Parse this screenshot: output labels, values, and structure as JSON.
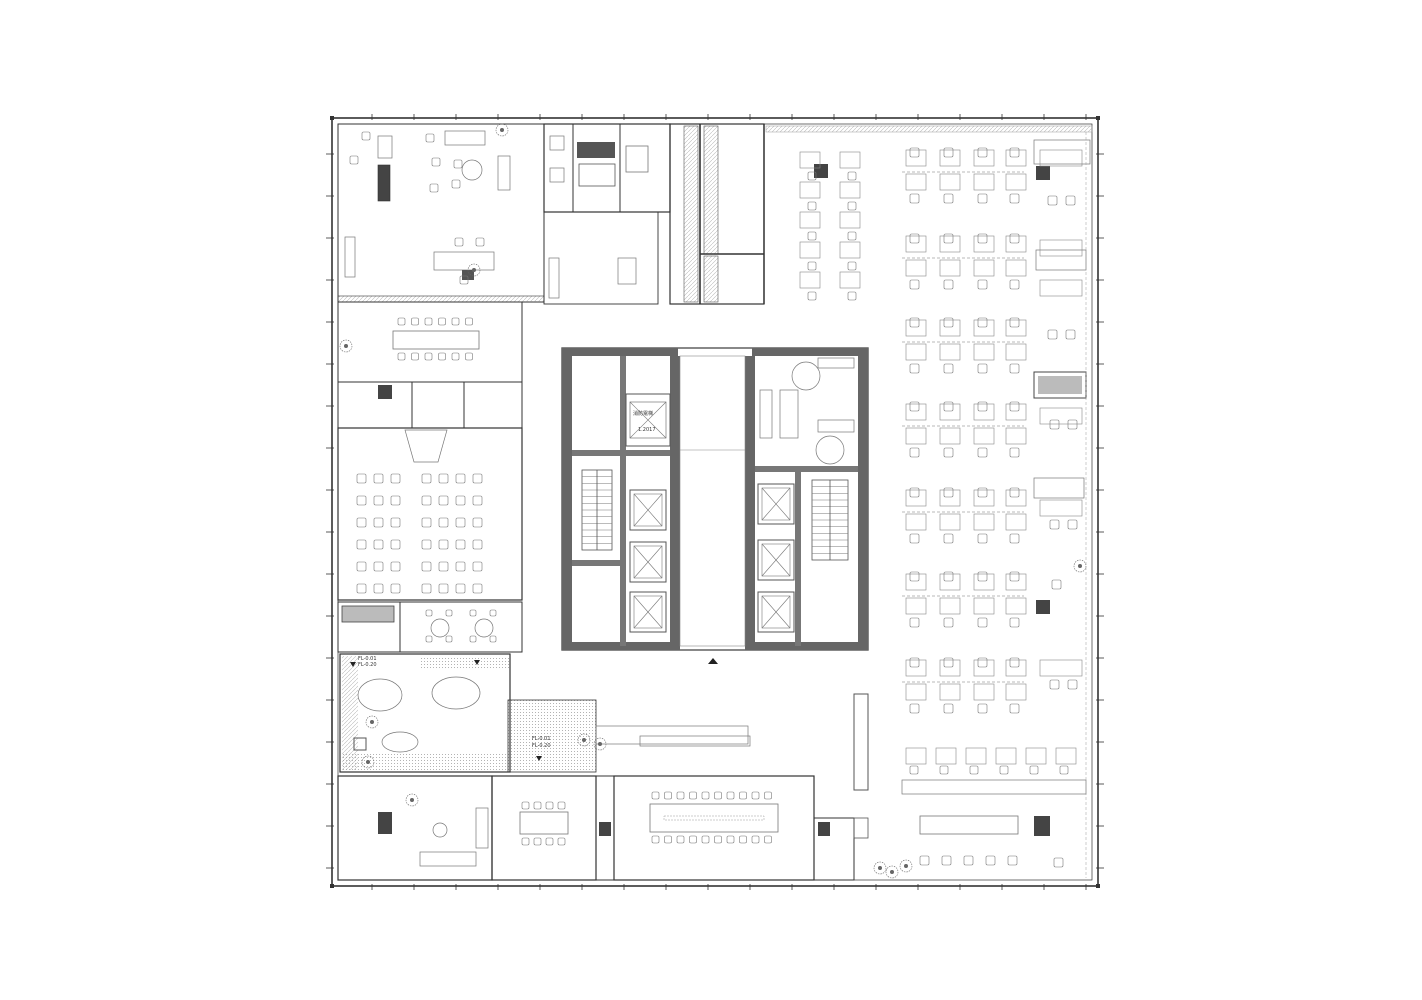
{
  "labels": {
    "elev_lobby_top": "消防電梯",
    "elev_lobby_bottom": "1.2017",
    "level_1": "FL-0.01",
    "level_2": "FL-0.20",
    "level_3": "FL-0.01",
    "level_4": "FL-0.20"
  },
  "colors": {
    "wall": "#333333",
    "core_wall": "#555555",
    "column": "#4a4a4a",
    "furniture": "#777777",
    "hatch": "#cfcfcf"
  }
}
